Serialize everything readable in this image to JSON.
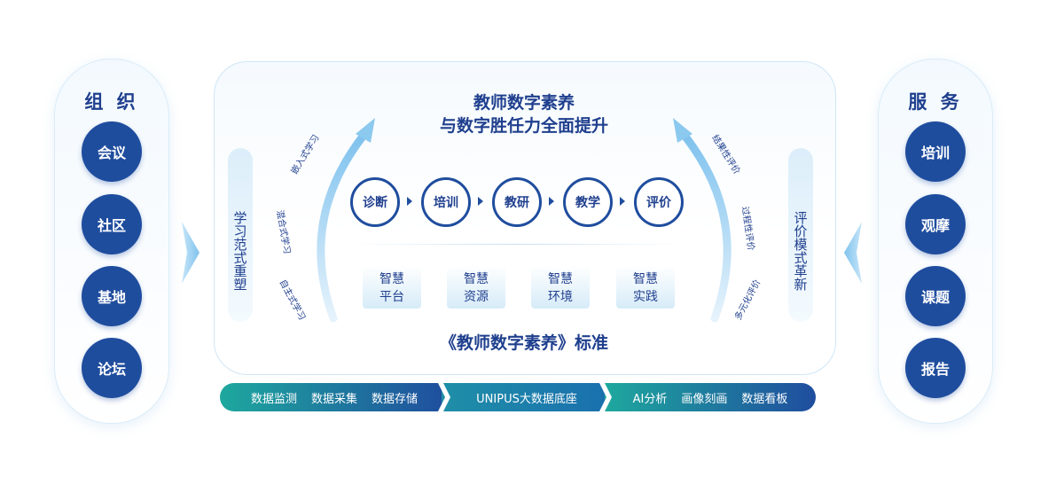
{
  "left_panel": {
    "title": "组 织",
    "items": [
      "会议",
      "社区",
      "基地",
      "论坛"
    ]
  },
  "right_panel": {
    "title": "服 务",
    "items": [
      "培训",
      "观摩",
      "课题",
      "报告"
    ]
  },
  "center": {
    "title_line1": "教师数字素养",
    "title_line2": "与数字胜任力全面提升",
    "left_pillar": "学习范式重塑",
    "right_pillar": "评价模式革新",
    "process": [
      "诊断",
      "培训",
      "教研",
      "教学",
      "评价"
    ],
    "smart": [
      [
        "智慧",
        "平台"
      ],
      [
        "智慧",
        "资源"
      ],
      [
        "智慧",
        "环境"
      ],
      [
        "智慧",
        "实践"
      ]
    ],
    "standard": "《教师数字素养》标准",
    "left_arc_labels": [
      "嵌入式学习",
      "混合式学习",
      "自主式学习"
    ],
    "right_arc_labels": [
      "结果性评价",
      "过程性评价",
      "多元化评价"
    ]
  },
  "bottom": {
    "left": [
      "数据监测",
      "数据采集",
      "数据存储"
    ],
    "middle": "UNIPUS大数据底座",
    "right": [
      "AI分析",
      "画像刻画",
      "数据看板"
    ]
  },
  "colors": {
    "navy": "#1f4d9e",
    "teal": "#1ea89e",
    "light_blue": "#8cc9ef"
  }
}
